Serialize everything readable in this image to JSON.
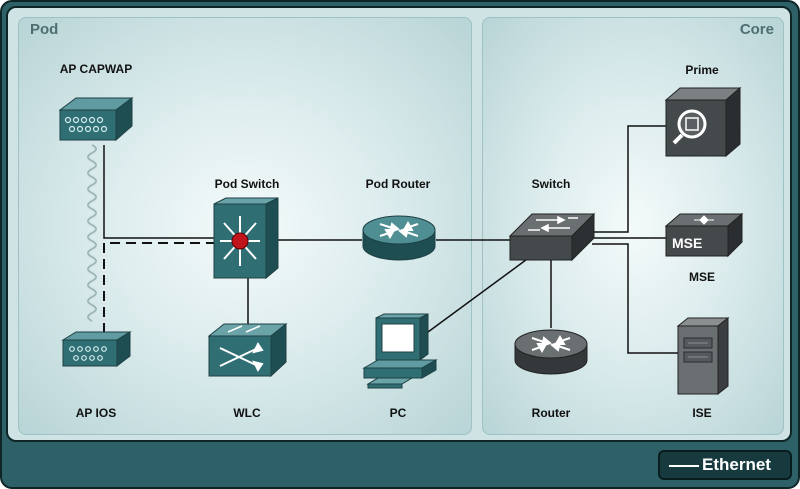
{
  "zones": {
    "pod": "Pod",
    "core": "Core"
  },
  "devices": {
    "ap_capwap": "AP CAPWAP",
    "ap_ios": "AP IOS",
    "pod_switch": "Pod Switch",
    "wlc": "WLC",
    "pod_router": "Pod Router",
    "pc": "PC",
    "switch": "Switch",
    "router": "Router",
    "prime": "Prime",
    "mse": "MSE",
    "ise": "ISE"
  },
  "icon_text": {
    "mse": "MSE"
  },
  "legend": {
    "ethernet": "Ethernet"
  },
  "colors": {
    "device_teal": "#2f6f74",
    "legend_bg": "#173a3e",
    "frame": "#2e6167",
    "switch_hub": "#c0141c"
  }
}
